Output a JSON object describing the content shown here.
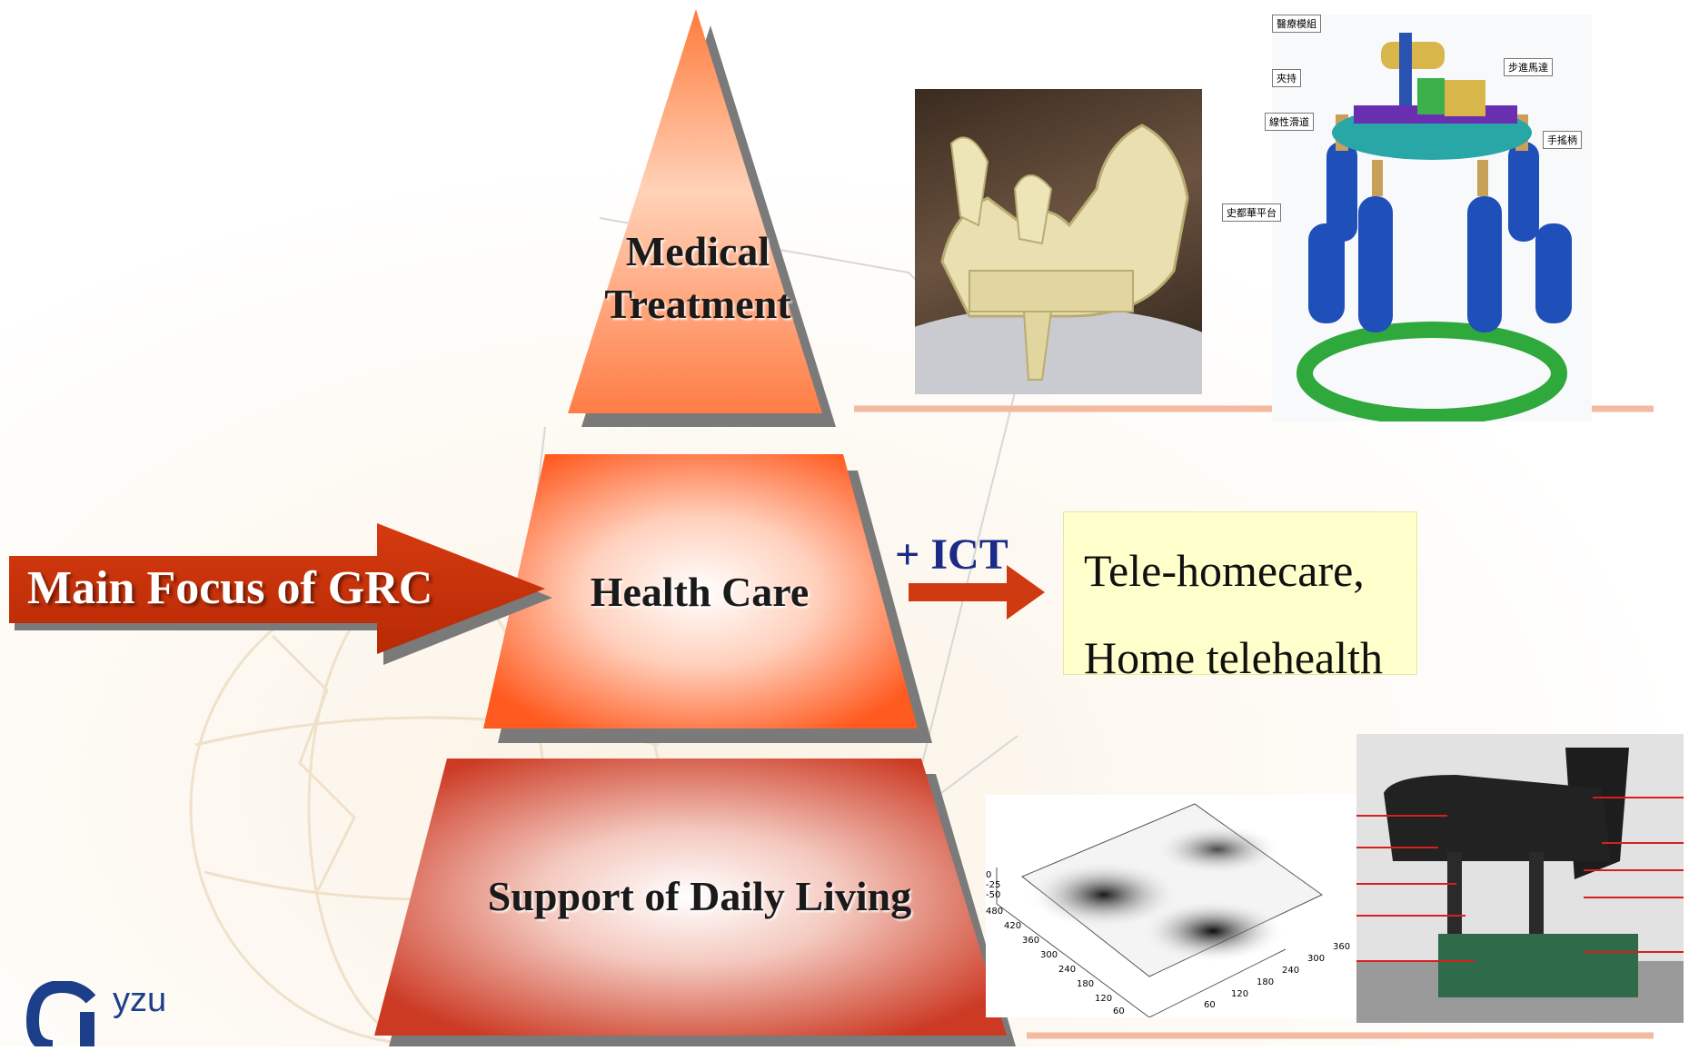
{
  "pyramid": {
    "top_label_line1": "Medical",
    "top_label_line2": "Treatment",
    "middle_label": "Health Care",
    "bottom_label": "Support of Daily Living"
  },
  "focus_arrow": {
    "label": "Main Focus of GRC"
  },
  "ict": {
    "label": "+ ICT",
    "result_line1": "Tele-homecare,",
    "result_line2": "Home telehealth"
  },
  "plot": {
    "z_ticks": [
      "0",
      "-25",
      "-50"
    ],
    "y_ticks": [
      "480",
      "420",
      "360",
      "300",
      "240",
      "180",
      "120",
      "60"
    ],
    "x_ticks": [
      "60",
      "120",
      "180",
      "240",
      "300",
      "360"
    ]
  },
  "robot": {
    "callouts": [
      "醫療模組",
      "夾持",
      "線性滑道",
      "步進馬達",
      "手搖柄",
      "史都華平台"
    ]
  },
  "logo": {
    "text": "yzu"
  },
  "colors": {
    "top_tier": "#ff8a50",
    "middle_tier": "#ff6a2a",
    "bottom_tier": "#d2422a",
    "focus_arrow": "#c8320a",
    "ict_arrow": "#d03a10",
    "ict_text": "#1b2a86",
    "callout_box": "#ffffcc",
    "logo_blue": "#1d3f8a"
  }
}
